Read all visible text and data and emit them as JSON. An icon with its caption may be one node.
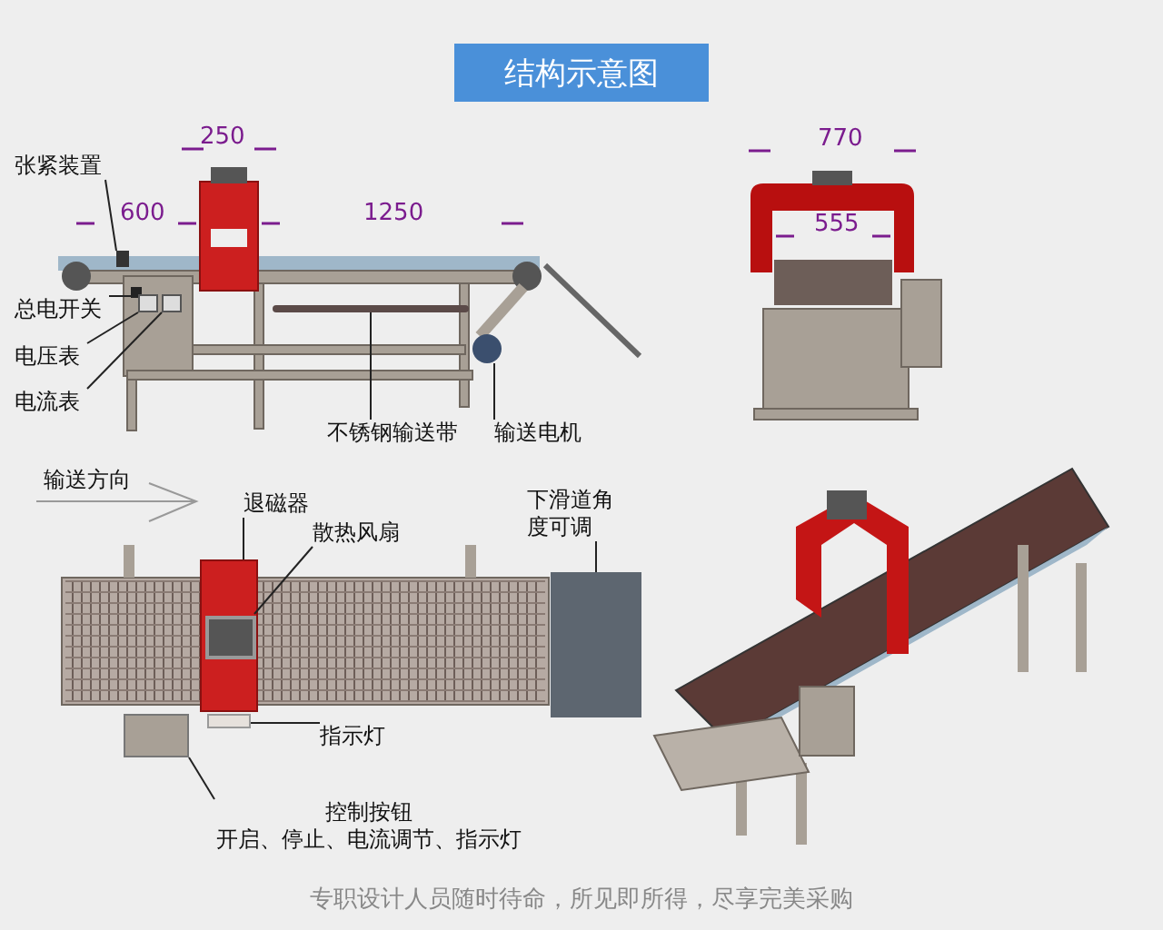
{
  "diagram": {
    "title": "结构示意图",
    "caption": "专职设计人员随时待命，所见即所得，尽享完美采购",
    "nodes": [
      {
        "text": [
          "张紧装置"
        ]
      },
      {
        "text": [],
        "shape": "box"
      },
      {
        "text": [
          "总电开关"
        ]
      },
      {
        "text": [],
        "shape": "box"
      },
      {
        "text": [
          "电压表"
        ]
      },
      {
        "text": [],
        "shape": "box"
      },
      {
        "text": [
          "电流表"
        ]
      },
      {
        "text": [],
        "shape": "box"
      },
      {
        "text": [
          "不锈钢输送带"
        ]
      },
      {
        "text": [],
        "shape": "bar"
      },
      {
        "text": [
          "输送电机"
        ]
      },
      {
        "text": [],
        "shape": "circle"
      },
      {
        "text": [
          "退磁器"
        ]
      },
      {
        "text": [],
        "shape": "box"
      },
      {
        "text": [
          "散热风扇"
        ]
      },
      {
        "text": [],
        "shape": "box",
        "in": 13
      },
      {
        "text": [
          "指示灯"
        ]
      },
      {
        "text": [],
        "shape": "box"
      },
      {
        "text": [
          "控制按钮",
          "开启、停止、电流调节、指示灯"
        ]
      },
      {
        "text": [],
        "shape": "box"
      },
      {
        "text": [
          "下滑道角度可调"
        ]
      },
      {
        "text": [],
        "shape": "box"
      }
    ],
    "edges": [
      {
        "from": 0,
        "to": 1,
        "arrow": "none"
      },
      {
        "from": 2,
        "to": 3,
        "arrow": "none"
      },
      {
        "from": 4,
        "to": 5,
        "arrow": "none"
      },
      {
        "from": 6,
        "to": 7,
        "arrow": "none"
      },
      {
        "from": 8,
        "to": 9,
        "arrow": "none"
      },
      {
        "from": 10,
        "to": 11,
        "arrow": "none"
      },
      {
        "from": 12,
        "to": 13,
        "arrow": "none"
      },
      {
        "from": 14,
        "to": 15,
        "arrow": "none"
      },
      {
        "from": 16,
        "to": 17,
        "arrow": "none"
      },
      {
        "from": 18,
        "to": 19,
        "arrow": "none"
      },
      {
        "from": 20,
        "to": 21,
        "arrow": "none"
      }
    ],
    "labels": [
      "250",
      "600",
      "1250",
      "770",
      "555",
      "输送方向"
    ]
  }
}
